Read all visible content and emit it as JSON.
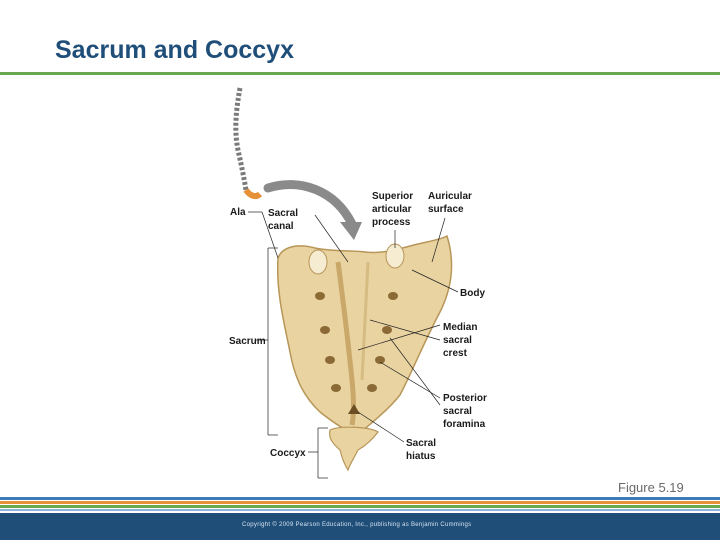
{
  "slide": {
    "title": "Sacrum and Coccyx",
    "figure_caption": "Figure 5.19",
    "copyright": "Copyright © 2009 Pearson Education, Inc., publishing as Benjamin Cummings"
  },
  "labels": {
    "ala": "Ala",
    "sacral_canal": [
      "Sacral",
      "canal"
    ],
    "superior_articular_process": [
      "Superior",
      "articular",
      "process"
    ],
    "auricular_surface": [
      "Auricular",
      "surface"
    ],
    "body": "Body",
    "median_sacral_crest": [
      "Median",
      "sacral",
      "crest"
    ],
    "sacrum": "Sacrum",
    "posterior_sacral_foramina": [
      "Posterior",
      "sacral",
      "foramina"
    ],
    "coccyx": "Coccyx",
    "sacral_hiatus": [
      "Sacral",
      "hiatus"
    ]
  },
  "colors": {
    "title": "#1f4e79",
    "top_rule": "#6aa84f",
    "stripes": [
      "#3d7ab8",
      "#e69138",
      "#6aa84f",
      "#8fb3d9"
    ],
    "footer": "#1f4e79",
    "bone": "#e8d3a1",
    "bone_shadow": "#b89658"
  }
}
